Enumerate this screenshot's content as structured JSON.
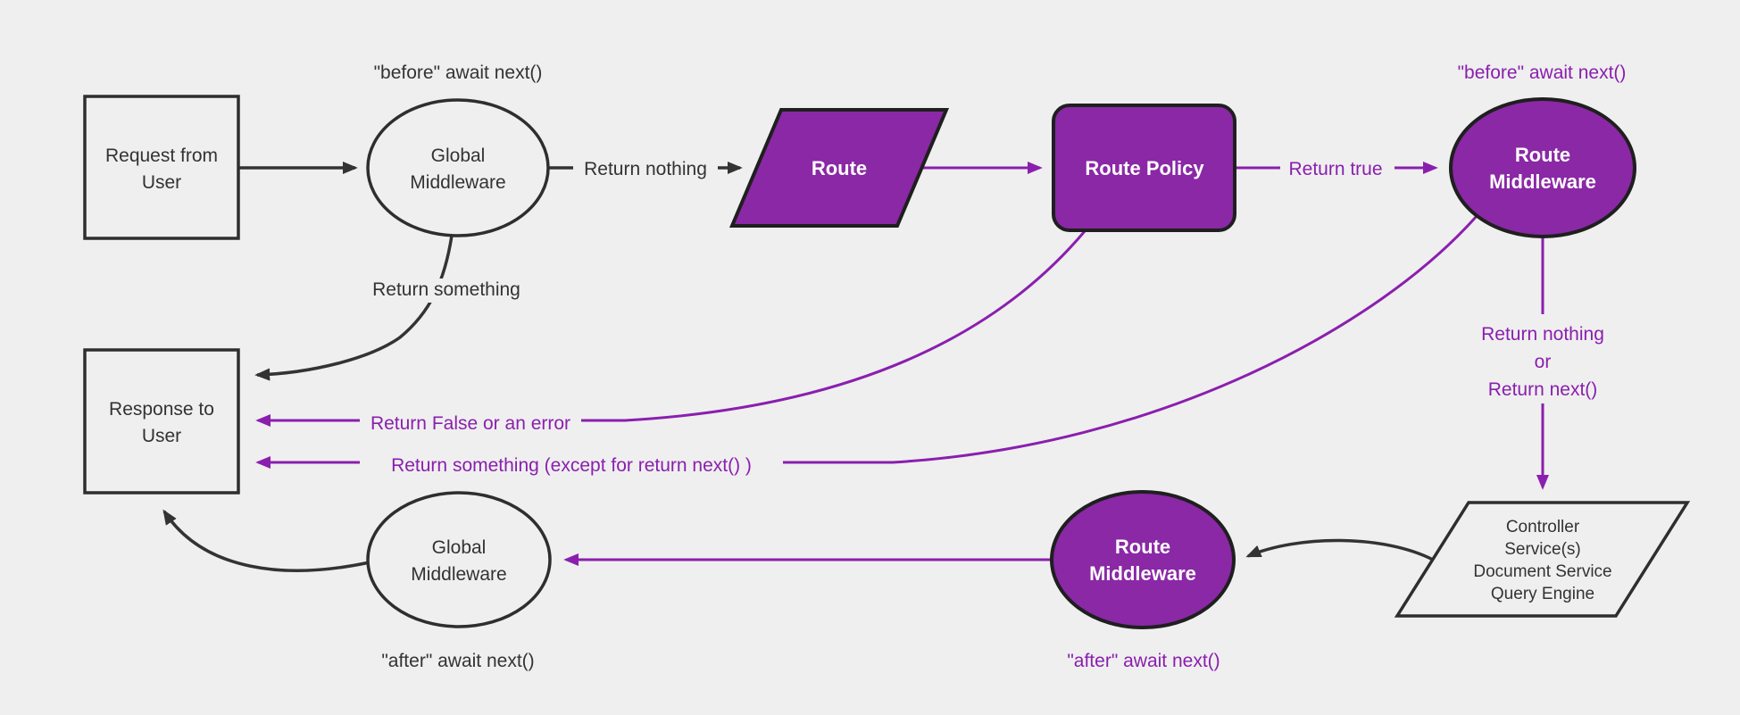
{
  "diagram": {
    "type": "flowchart",
    "colors": {
      "background": "#efefef",
      "node_fill_light": "#efefef",
      "purple_fill": "#8A28A6",
      "purple_line": "#8A1FAE",
      "dark_border": "#1F1F1F",
      "dark_line": "#333333",
      "text_dark": "#333333",
      "text_light": "#ffffff"
    },
    "nodes": {
      "request": {
        "line1": "Request from",
        "line2": "User",
        "shape": "rectangle"
      },
      "global_middleware_top": {
        "line1": "Global",
        "line2": "Middleware",
        "shape": "ellipse"
      },
      "route": {
        "label": "Route",
        "shape": "parallelogram"
      },
      "route_policy": {
        "label": "Route Policy",
        "shape": "rounded-rectangle"
      },
      "route_middleware_top": {
        "line1": "Route",
        "line2": "Middleware",
        "shape": "ellipse"
      },
      "controller": {
        "line1": "Controller",
        "line2": "Service(s)",
        "line3": "Document Service",
        "line4": "Query Engine",
        "shape": "parallelogram"
      },
      "route_middleware_bottom": {
        "line1": "Route",
        "line2": "Middleware",
        "shape": "ellipse"
      },
      "global_middleware_bottom": {
        "line1": "Global",
        "line2": "Middleware",
        "shape": "ellipse"
      },
      "response": {
        "line1": "Response to",
        "line2": "User",
        "shape": "rectangle"
      }
    },
    "labels": {
      "before_global": "\"before\" await next()",
      "before_route": "\"before\" await next()",
      "return_nothing": "Return nothing",
      "return_true": "Return true",
      "return_something": "Return something",
      "return_false": "Return False or an error",
      "return_something_except": "Return something (except for return next() )",
      "return_nothing_or_line1": "Return nothing",
      "return_nothing_or_line2": "or",
      "return_nothing_or_line3": "Return next()",
      "after_route": "\"after\" await next()",
      "after_global": "\"after\" await next()"
    }
  }
}
